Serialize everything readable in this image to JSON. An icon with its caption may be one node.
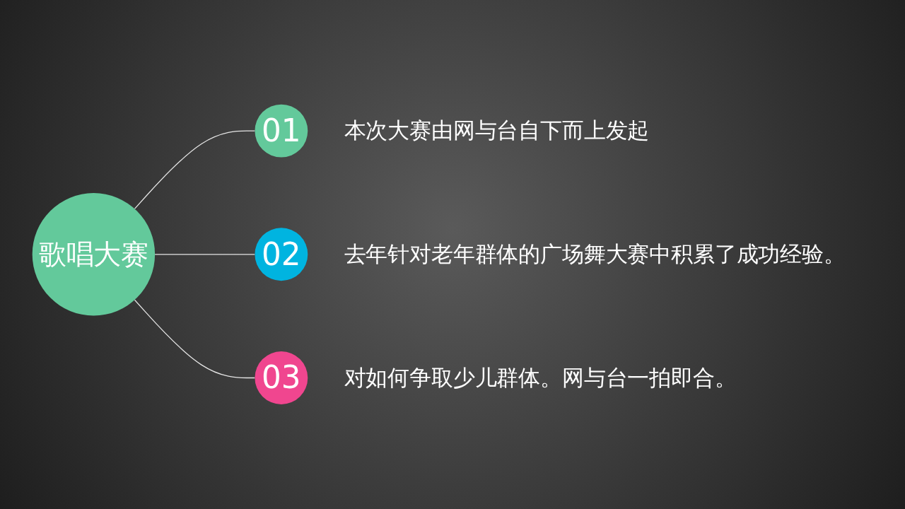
{
  "diagram": {
    "nodes": [
      {
        "text": [
          "歌唱大赛"
        ]
      },
      {
        "text": [
          "01"
        ],
        "beside": [
          "本次大赛由网与台自下而上发起"
        ]
      },
      {
        "text": [
          "02"
        ],
        "beside": [
          "去年针对老年群体的广场舞大赛中积累了成功经验。"
        ]
      },
      {
        "text": [
          "03"
        ],
        "beside": [
          "对如何争取少儿群体。网与台一拍即合。"
        ]
      }
    ],
    "edges": [
      {
        "from": 0,
        "to": 1,
        "arrow": "none"
      },
      {
        "from": 0,
        "to": 2,
        "arrow": "none"
      },
      {
        "from": 0,
        "to": 3,
        "arrow": "none"
      }
    ]
  }
}
